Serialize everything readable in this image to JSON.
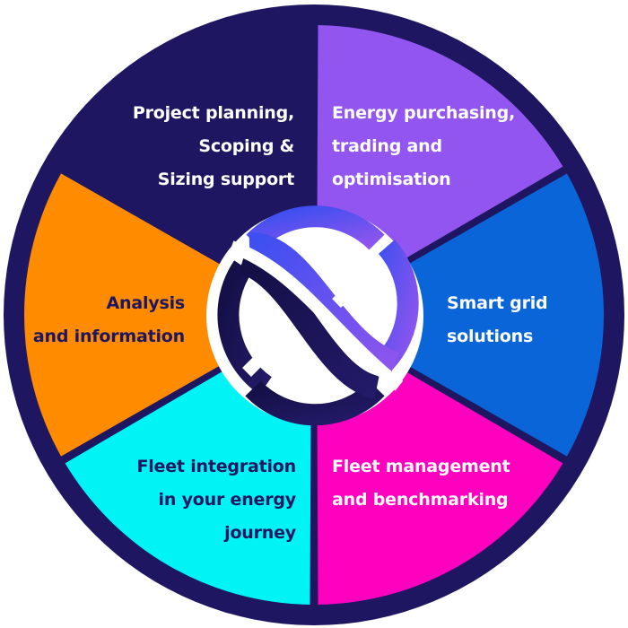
{
  "colors": {
    "ring": "#1e1660",
    "white": "#ffffff",
    "dark_text": "#1e1660"
  },
  "segments": [
    {
      "label": "Project planning,\nScoping &\nSizing support",
      "color": "#1e1660",
      "text_color": "#ffffff"
    },
    {
      "label": "Energy purchasing,\ntrading and\noptimisation",
      "color": "#9355f0",
      "text_color": "#ffffff"
    },
    {
      "label": "Smart grid\nsolutions",
      "color": "#0a66d8",
      "text_color": "#ffffff"
    },
    {
      "label": "Fleet management\nand benchmarking",
      "color": "#ff00bf",
      "text_color": "#ffffff"
    },
    {
      "label": "Fleet integration\nin your energy\njourney",
      "color": "#00f4f6",
      "text_color": "#1e1660"
    },
    {
      "label": "Analysis\nand information",
      "color": "#ff8c00",
      "text_color": "#1e1660"
    }
  ]
}
